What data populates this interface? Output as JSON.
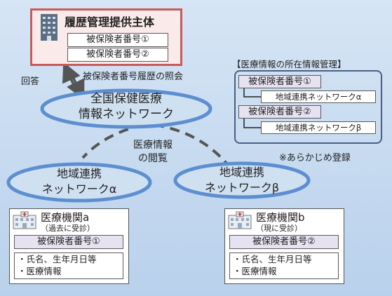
{
  "provider": {
    "title": "履歴管理提供主体",
    "ids": [
      "被保険者番号①",
      "被保険者番号②"
    ]
  },
  "arrows": {
    "reply": "回答",
    "query": "被保険者番号履歴の照会"
  },
  "national_network": {
    "line1": "全国保健医療",
    "line2": "情報ネットワーク"
  },
  "registry": {
    "title": "【医療情報の所在情報管理】",
    "entries": [
      {
        "id": "被保険者番号①",
        "network": "地域連携ネットワークα"
      },
      {
        "id": "被保険者番号②",
        "network": "地域連携ネットワークβ"
      }
    ],
    "note": "※あらかじめ登録"
  },
  "browse_label": {
    "line1": "医療情報",
    "line2": "の閲覧"
  },
  "regional_networks": [
    {
      "line1": "地域連携",
      "line2": "ネットワークα"
    },
    {
      "line1": "地域連携",
      "line2": "ネットワークβ"
    }
  ],
  "institutions": [
    {
      "name": "医療機関a",
      "sub": "（過去に受診）",
      "id": "被保険者番号①",
      "details": [
        "・氏名、生年月日等",
        "・医療情報"
      ]
    },
    {
      "name": "医療機関b",
      "sub": "（現に受診）",
      "id": "被保険者番号②",
      "details": [
        "・氏名、生年月日等",
        "・医療情報"
      ]
    }
  ]
}
